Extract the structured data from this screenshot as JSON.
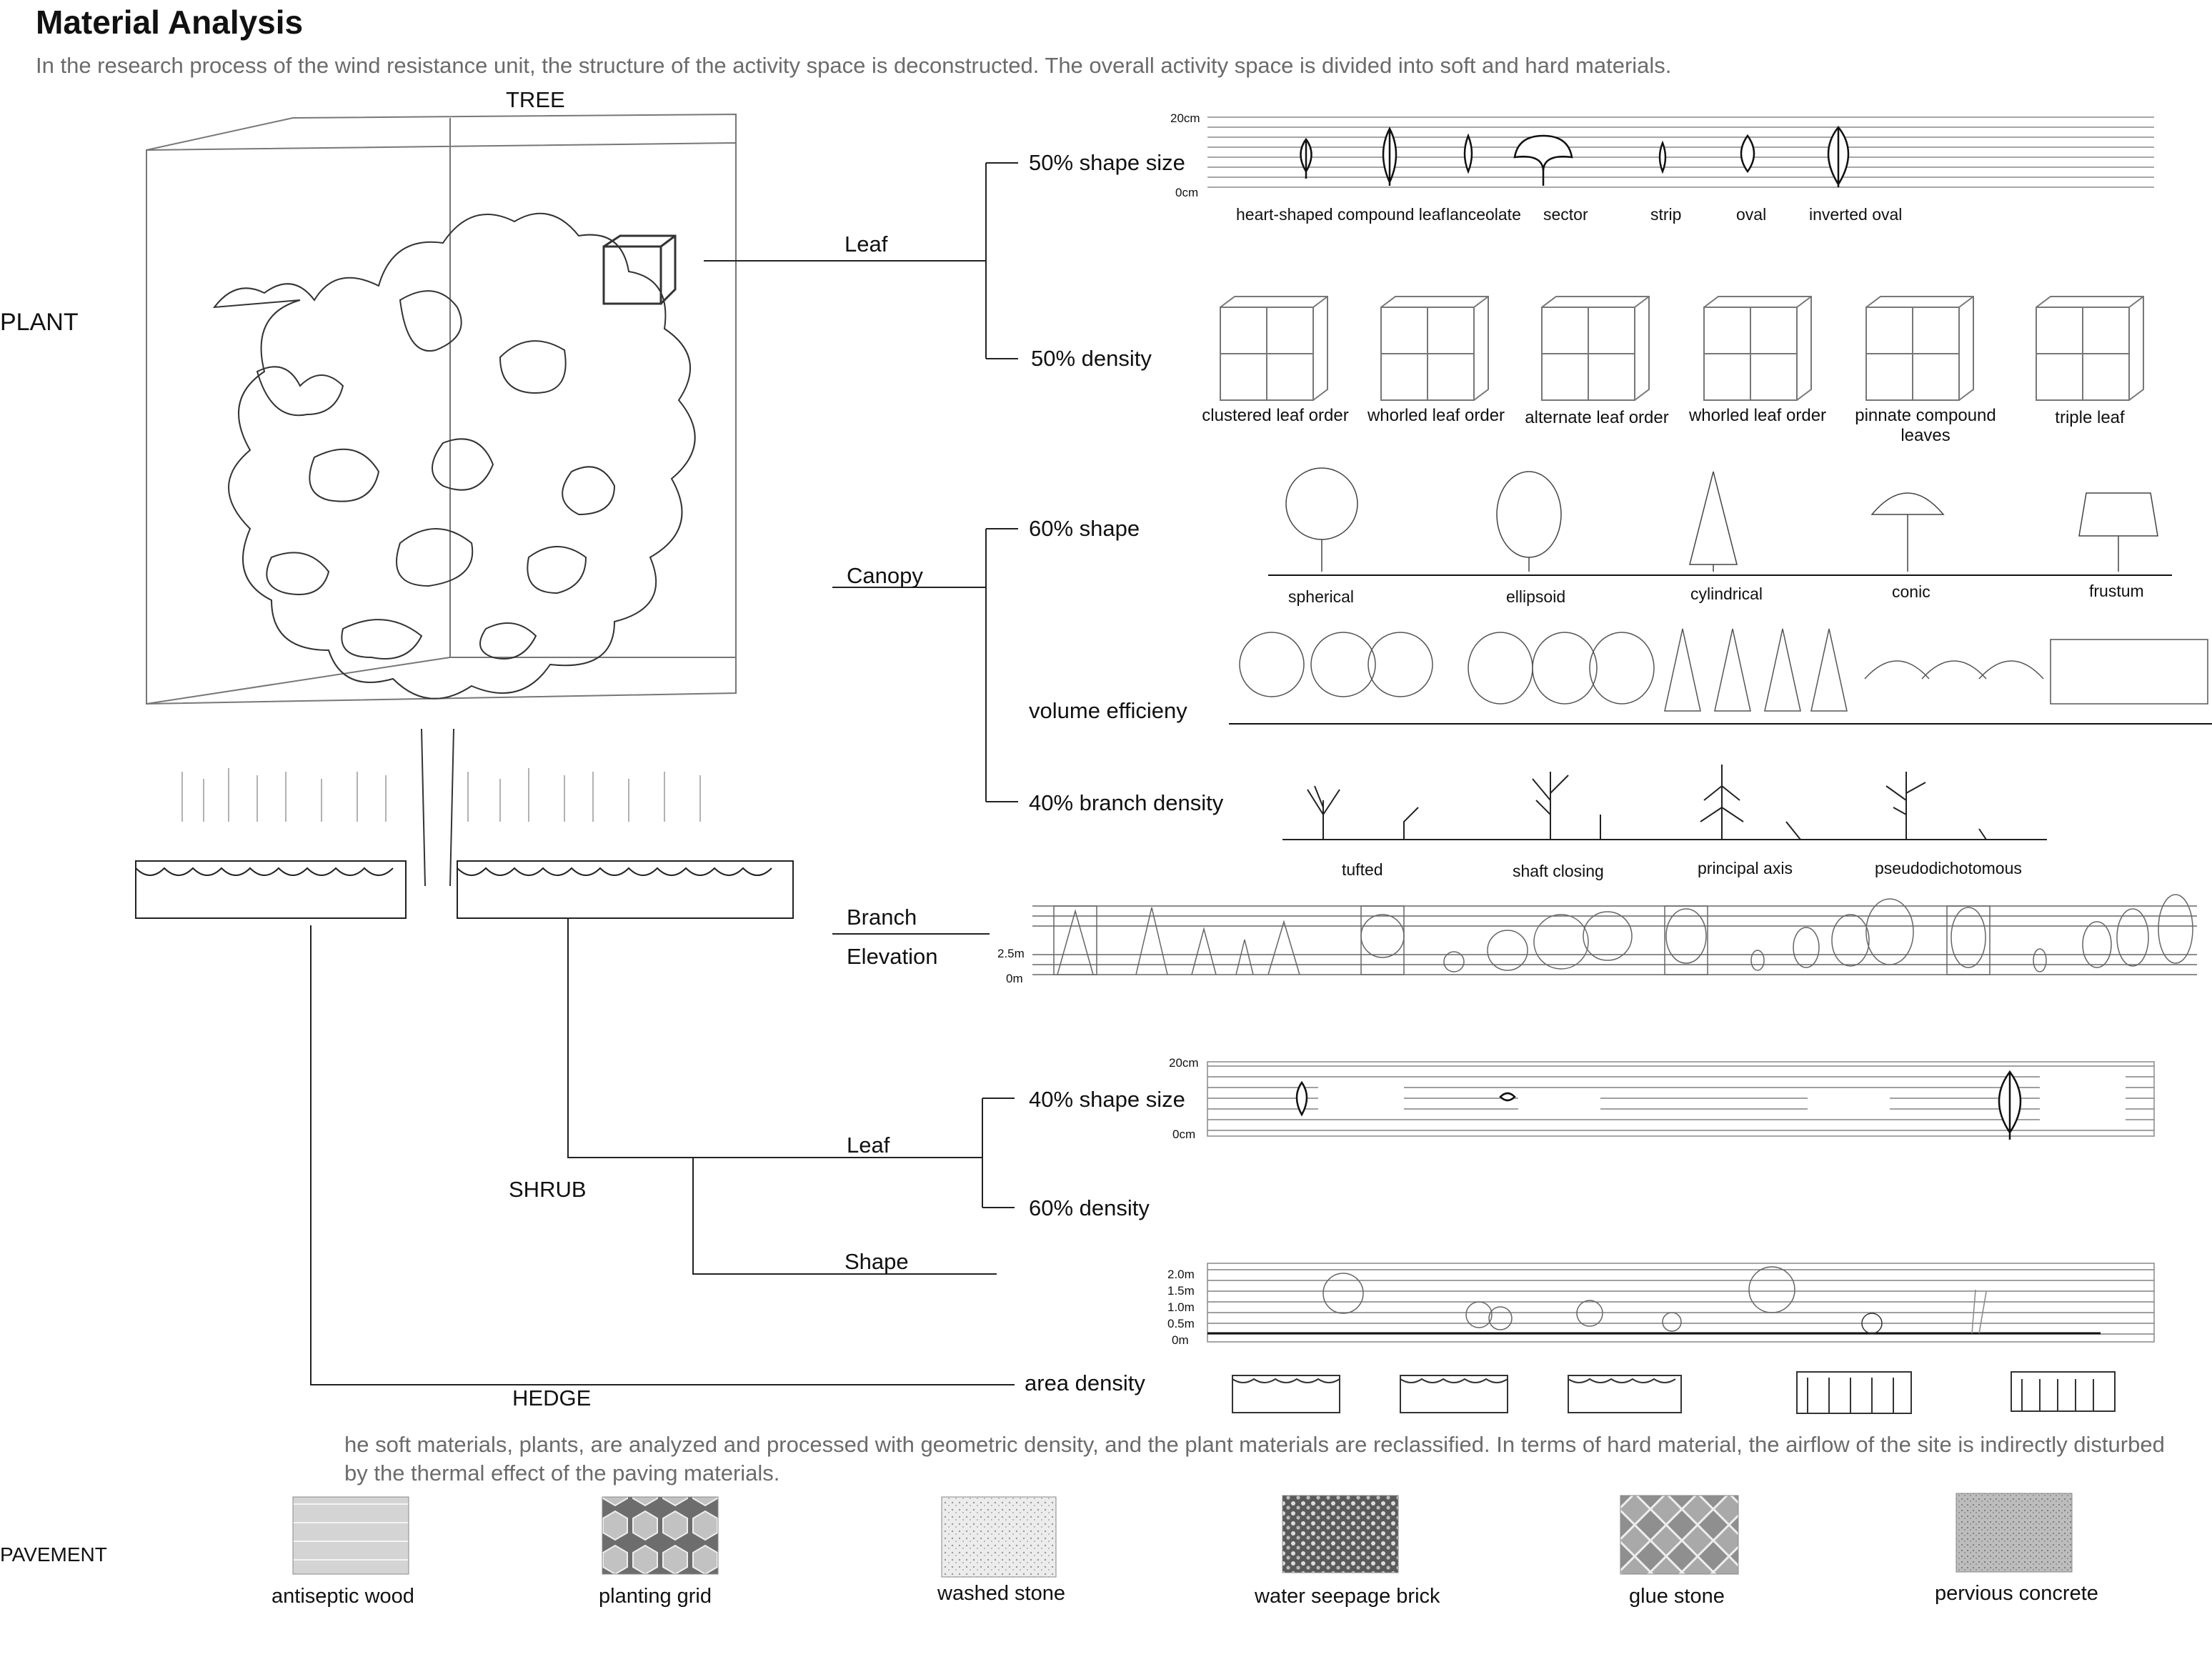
{
  "title": "Material Analysis",
  "intro": "In the research process of the wind resistance unit, the structure of the activity space is deconstructed. The overall activity space is divided into soft and hard materials.",
  "plant": {
    "label": "PLANT",
    "tree": {
      "label": "TREE",
      "leaf": {
        "label": "Leaf",
        "shape_size": "50% shape size",
        "density": "50% density",
        "scale_top": "20cm",
        "scale_bottom": "0cm",
        "shapes": [
          "heart-shaped",
          "compound leaf",
          "lanceolate",
          "sector",
          "strip",
          "oval",
          "inverted oval"
        ],
        "orders": [
          "clustered leaf order",
          "whorled leaf order",
          "alternate leaf order",
          "whorled leaf order",
          "pinnate compound leaves",
          "triple leaf"
        ]
      },
      "canopy": {
        "label": "Canopy",
        "shape": "60% shape",
        "shapes": [
          "spherical",
          "ellipsoid",
          "cylindrical",
          "conic",
          "frustum"
        ],
        "volume": "volume efficieny",
        "branch_density": "40% branch density",
        "branch_types": [
          "tufted",
          "shaft closing",
          "principal axis",
          "pseudodichotomous"
        ]
      },
      "branch": "Branch",
      "elevation": "Elevation",
      "elev_top": "2.5m",
      "elev_bottom": "0m"
    },
    "shrub": {
      "label": "SHRUB",
      "leaf": "Leaf",
      "shape_size": "40% shape size",
      "density": "60% density",
      "scale_top": "20cm",
      "scale_bottom": "0cm",
      "shape": "Shape",
      "heights": [
        "2.0m",
        "1.5m",
        "1.0m",
        "0.5m",
        "0m"
      ]
    },
    "hedge": {
      "label": "HEDGE",
      "area_density": "area density"
    }
  },
  "summary": "he soft materials, plants, are analyzed and processed with geometric density, and the plant materials are reclassified. In terms of hard material, the airflow of the site is indirectly disturbed by the thermal effect of the paving materials.",
  "pavement": {
    "label": "PAVEMENT",
    "items": [
      "antiseptic wood",
      "planting grid",
      "washed stone",
      "water seepage brick",
      "glue stone",
      "pervious concrete"
    ]
  }
}
